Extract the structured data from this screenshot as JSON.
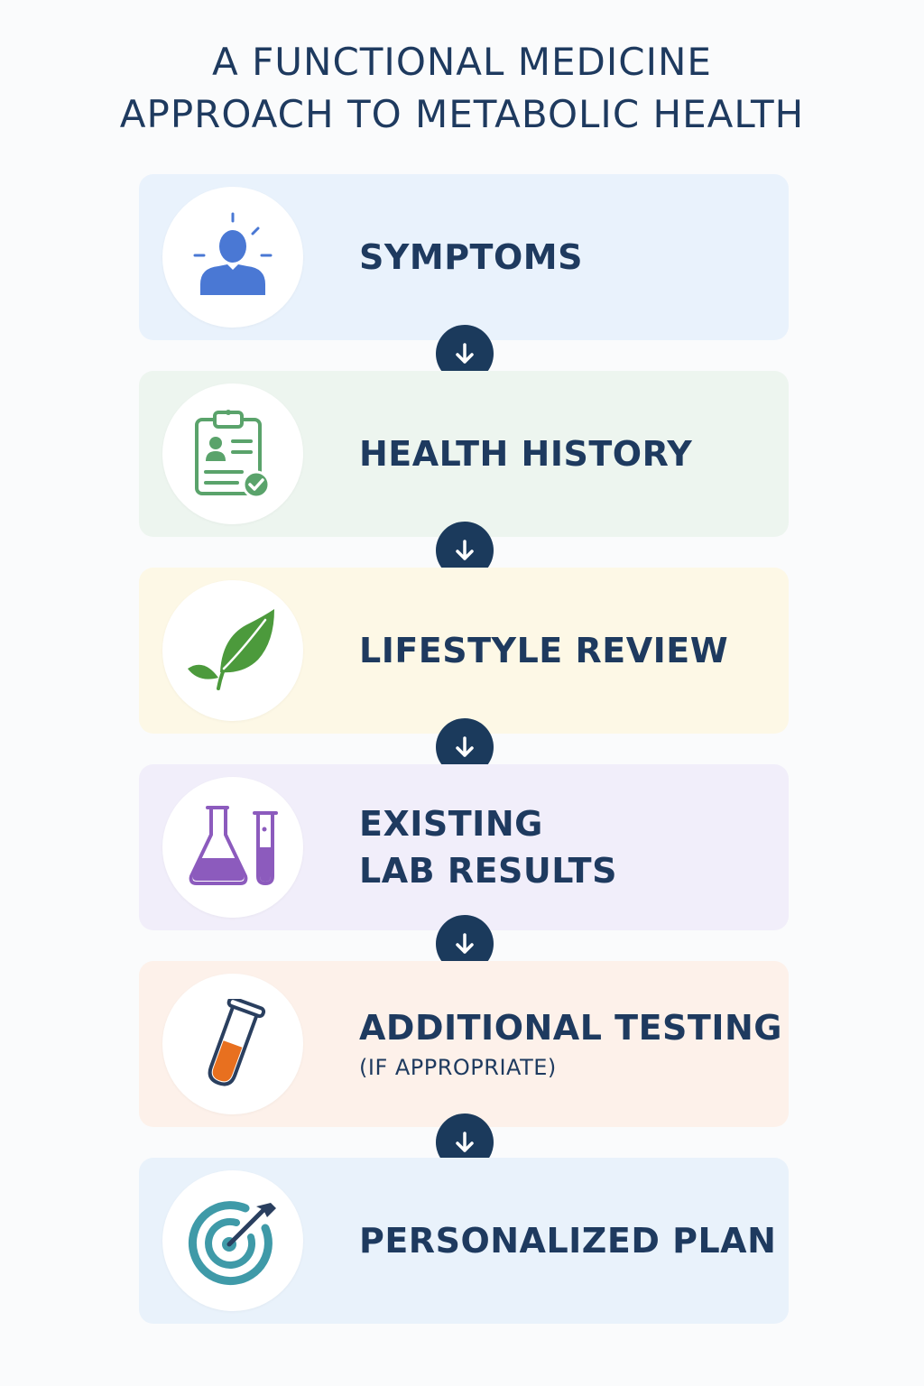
{
  "title": {
    "line1": "A FUNCTIONAL MEDICINE",
    "line2": "APPROACH TO METABOLIC HEALTH"
  },
  "steps": [
    {
      "label": "SYMPTOMS",
      "icon": "person-icon",
      "color": "#4a78d4"
    },
    {
      "label": "HEALTH HISTORY",
      "icon": "clipboard-icon",
      "color": "#5aa36b"
    },
    {
      "label": "LIFESTYLE REVIEW",
      "icon": "leaf-icon",
      "color": "#4c9a3c"
    },
    {
      "label_line1": "EXISTING",
      "label_line2": "LAB RESULTS",
      "icon": "lab-flask-icon",
      "color": "#8c5bbd"
    },
    {
      "label": "ADDITIONAL TESTING",
      "sublabel": "(IF APPROPRIATE)",
      "icon": "test-tube-icon",
      "color": "#e8701f"
    },
    {
      "label": "PERSONALIZED PLAN",
      "icon": "target-icon",
      "color": "#3f9aa8"
    }
  ],
  "connector_icon": "arrow-down-icon",
  "colors": {
    "text": "#1e3a5f",
    "arrow_circle": "#1b3a5c"
  }
}
